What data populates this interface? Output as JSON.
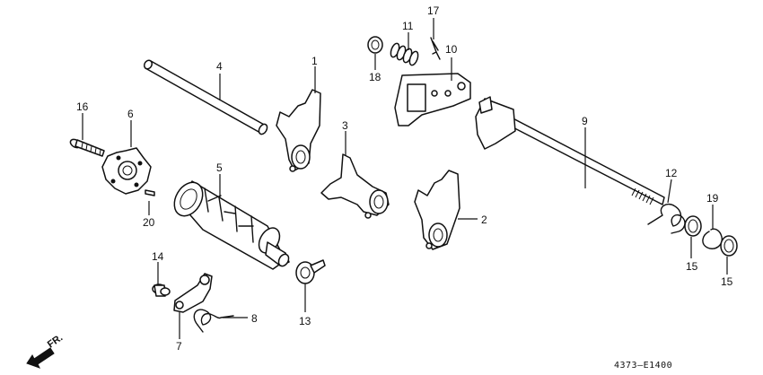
{
  "callouts": [
    {
      "id": "1",
      "text": "1"
    },
    {
      "id": "2",
      "text": "2"
    },
    {
      "id": "3",
      "text": "3"
    },
    {
      "id": "4",
      "text": "4"
    },
    {
      "id": "5",
      "text": "5"
    },
    {
      "id": "6",
      "text": "6"
    },
    {
      "id": "7",
      "text": "7"
    },
    {
      "id": "8",
      "text": "8"
    },
    {
      "id": "9",
      "text": "9"
    },
    {
      "id": "10",
      "text": "10"
    },
    {
      "id": "11",
      "text": "11"
    },
    {
      "id": "12",
      "text": "12"
    },
    {
      "id": "13",
      "text": "13"
    },
    {
      "id": "14",
      "text": "14"
    },
    {
      "id": "15a",
      "text": "15"
    },
    {
      "id": "15b",
      "text": "15"
    },
    {
      "id": "16",
      "text": "16"
    },
    {
      "id": "17",
      "text": "17"
    },
    {
      "id": "18",
      "text": "18"
    },
    {
      "id": "19",
      "text": "19"
    },
    {
      "id": "20",
      "text": "20"
    }
  ],
  "direction_label": "FR.",
  "diagram_code": "4373–E1400"
}
